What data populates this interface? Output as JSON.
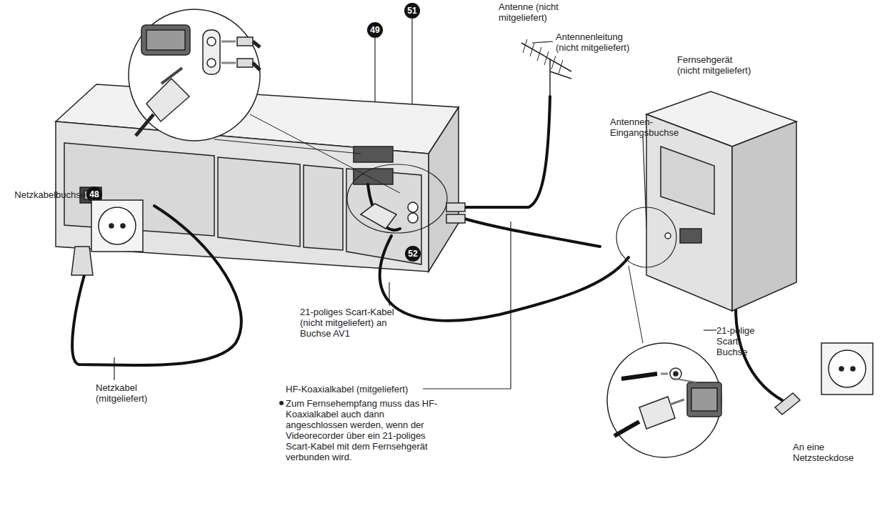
{
  "diagram": {
    "labels": [
      "Antenne (nicht mitgeliefert)",
      "51",
      "49",
      "Antennenleitung (nicht mitgeliefert)",
      "Fernsehgerät (nicht mitgeliefert)",
      "Antennen- Eingangsbuchse",
      "Netzkabelbuchse",
      "48",
      "52",
      "21-poliges Scart-Kabel (nicht mitgeliefert) an Buchse AV1",
      "21-polige Scart- Buchse",
      "Netzkabel (mitgeliefert)",
      "HF-Koaxialkabel (mitgeliefert)",
      "Zum Fernsehempfang muss das HF-Koaxialkabel auch dann angeschlossen werden, wenn der Videorecorder über ein 21-poliges Scart-Kabel mit dem Fernsehgerät verbunden wird.",
      "An eine Netzsteckdose"
    ]
  }
}
